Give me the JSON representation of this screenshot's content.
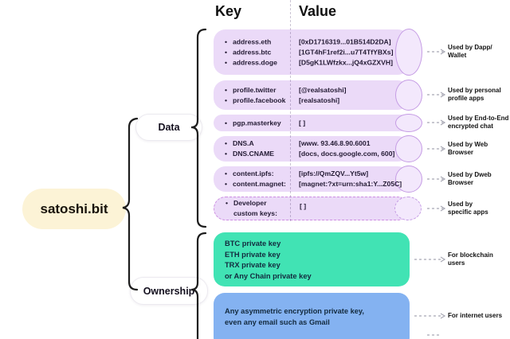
{
  "header": {
    "key": "Key",
    "value": "Value"
  },
  "root": {
    "label": "satoshi.bit"
  },
  "branches": {
    "data": "Data",
    "ownership": "Ownership"
  },
  "data_section": {
    "rows": [
      {
        "keys": [
          "address.eth",
          "address.btc",
          "address.doge"
        ],
        "values": [
          "[0xD1716319...01B514D2DA]",
          "[1GT4hF1ref2i...u7T4TfYBXs]",
          "[D5gK1LWfzkx...jQ4xGZXVH]"
        ],
        "note": [
          "Used by Dapp/",
          "Wallet"
        ]
      },
      {
        "keys": [
          "profile.twitter",
          "profile.facebook"
        ],
        "values": [
          "[@realsatoshi]",
          "[realsatoshi]"
        ],
        "note": [
          "Used by personal",
          "profile apps"
        ]
      },
      {
        "keys": [
          "pgp.masterkey"
        ],
        "values": [
          "[ ]"
        ],
        "note": [
          "Used by End-to-End",
          "encrypted chat"
        ]
      },
      {
        "keys": [
          "DNS.A",
          "DNS.CNAME"
        ],
        "values": [
          "[www. 93.46.8.90.6001",
          "[docs, docs.google.com, 600]"
        ],
        "note": [
          "Used by Web",
          "Browser"
        ]
      },
      {
        "keys": [
          "content.ipfs:",
          "content.magnet:"
        ],
        "values": [
          "[ipfs://QmZQV...Yt5w]",
          "[magnet:?xt=urn:sha1:Y...Z05C]"
        ],
        "note": [
          "Used by Dweb",
          "Browser"
        ]
      },
      {
        "keys": [
          "Developer",
          "custom keys:"
        ],
        "values": [
          "[ ]"
        ],
        "note": [
          "Used by",
          "specific apps"
        ]
      }
    ]
  },
  "ownership_section": {
    "cards": [
      {
        "lines": [
          "BTC private key",
          "ETH private key",
          "TRX private key",
          "or Any Chain private key"
        ],
        "note": [
          "For blockchain",
          "users"
        ],
        "color": "#41E3B4"
      },
      {
        "lines": [
          "Any asymmetric encryption private key,",
          "even any email such as Gmail"
        ],
        "note": [
          "For internet users"
        ],
        "color": "#84B2F1"
      }
    ]
  },
  "colors": {
    "purple_row": "#EBDAF8",
    "purple_cap": "#F3E8FC",
    "purple_cap_border": "#C59CE4",
    "dashed_border": "#CE8EE2",
    "green": "#41E3B4",
    "blue": "#84B2F1",
    "root_pill": "#FCF3D6",
    "text": "#1C1630",
    "brace": "#1C1C1C",
    "arrow": "#A8A8B4",
    "divider": "rgba(80,60,110,0.30)"
  }
}
